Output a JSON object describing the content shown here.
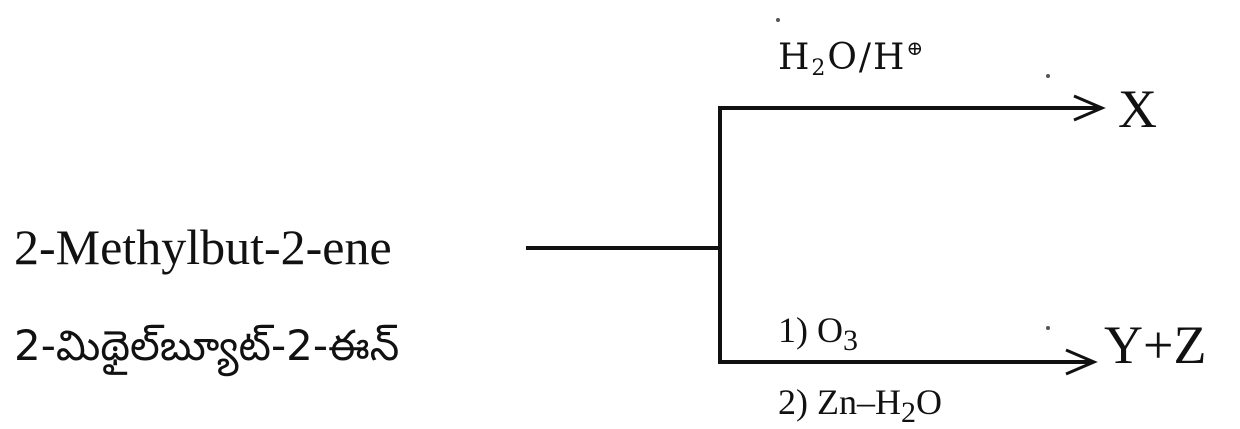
{
  "reactant": {
    "name_en": "2-Methylbut-2-ene",
    "name_te": "2-మిథైల్‌బ్యూట్-2-ఈన్"
  },
  "top_branch": {
    "reagent_main": "H",
    "reagent_sub": "2",
    "reagent_mid": "O/H",
    "reagent_sup": "⊕",
    "product": "X"
  },
  "bottom_branch": {
    "step1_prefix": "1) O",
    "step1_sub": "3",
    "step2_prefix": "2) Zn–H",
    "step2_sub": "2",
    "step2_suffix": "O",
    "product": "Y+Z"
  }
}
